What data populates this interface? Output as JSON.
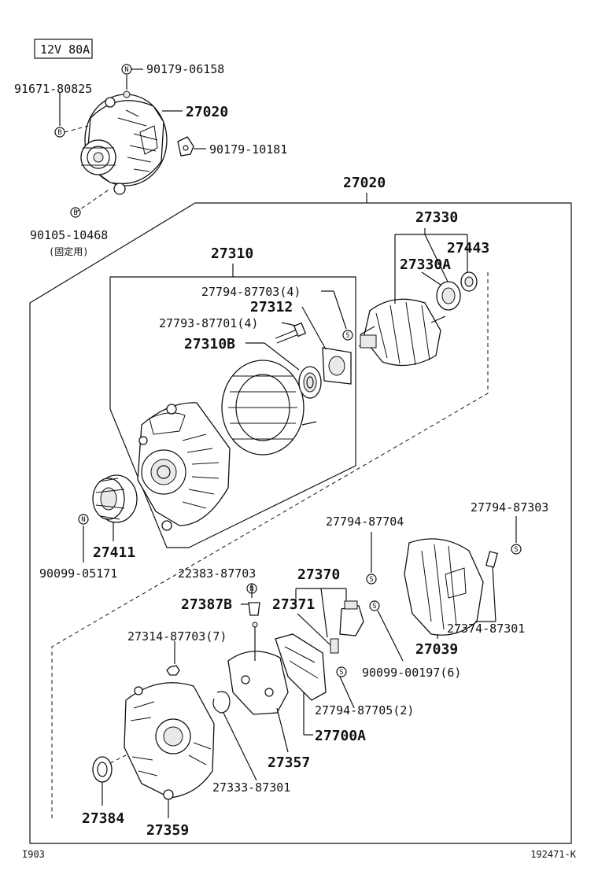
{
  "spec_label": "12V 80A",
  "labels": {
    "p90179_06158": "90179-06158",
    "p91671_80825": "91671-80825",
    "p27020_top": "27020",
    "p90179_10181": "90179-10181",
    "p90105_10468": "90105-10468",
    "note_fixing": "(固定用)",
    "p27020_frame": "27020",
    "p27330": "27330",
    "p27443": "27443",
    "p27330A": "27330A",
    "p27310": "27310",
    "p27794_87703": "27794-87703(4)",
    "p27312": "27312",
    "p27793_87701": "27793-87701(4)",
    "p27310B": "27310B",
    "p27411": "27411",
    "p90099_05171": "90099-05171",
    "p27794_87704": "27794-87704",
    "p27794_87303": "27794-87303",
    "p22383_87703": "22383-87703",
    "p27370": "27370",
    "p27387B": "27387B",
    "p27371": "27371",
    "p27314_87703": "27314-87703(7)",
    "p27374_87301": "27374-87301",
    "p27039": "27039",
    "p90099_00197": "90099-00197(6)",
    "p27794_87705": "27794-87705(2)",
    "p27700A": "27700A",
    "p27357": "27357",
    "p27333_87301": "27333-87301",
    "p27384": "27384",
    "p27359": "27359"
  },
  "symbols": {
    "n": "N",
    "b": "B",
    "s": "S"
  },
  "footer": {
    "left": "I903",
    "right": "192471-K"
  }
}
